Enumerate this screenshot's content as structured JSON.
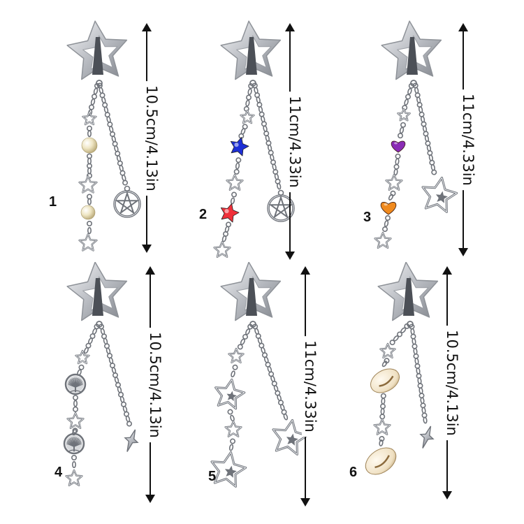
{
  "items": [
    {
      "number": "1",
      "size": "10.5cm/4.13in",
      "charms": [
        "pearl-bead",
        "star",
        "pearl-bead",
        "star",
        "pentacle"
      ]
    },
    {
      "number": "2",
      "size": "11cm/4.33in",
      "charms": [
        "blue-star-bead",
        "star",
        "red-star-bead",
        "star",
        "pentacle"
      ]
    },
    {
      "number": "3",
      "size": "11cm/4.33in",
      "charms": [
        "purple-heart-bead",
        "star",
        "orange-heart-bead",
        "star",
        "outline-star"
      ]
    },
    {
      "number": "4",
      "size": "10.5cm/4.13in",
      "charms": [
        "star",
        "tree-of-life",
        "star",
        "tree-of-life",
        "star",
        "cross-star"
      ]
    },
    {
      "number": "5",
      "size": "11cm/4.33in",
      "charms": [
        "star",
        "outline-star",
        "star",
        "outline-star",
        "outline-star"
      ]
    },
    {
      "number": "6",
      "size": "10.5cm/4.13in",
      "charms": [
        "star",
        "cowrie-shell",
        "star",
        "cowrie-shell",
        "cross-star"
      ]
    }
  ],
  "colors": {
    "metal": "#c9ccd1",
    "metal_dark": "#6f737a",
    "line": "#111111",
    "pearl": "#f1ead0",
    "blue": "#1d2fd6",
    "red": "#f0303a",
    "purple": "#8a2cb5",
    "orange": "#f08a1e",
    "shell": "#f2e6d2"
  }
}
